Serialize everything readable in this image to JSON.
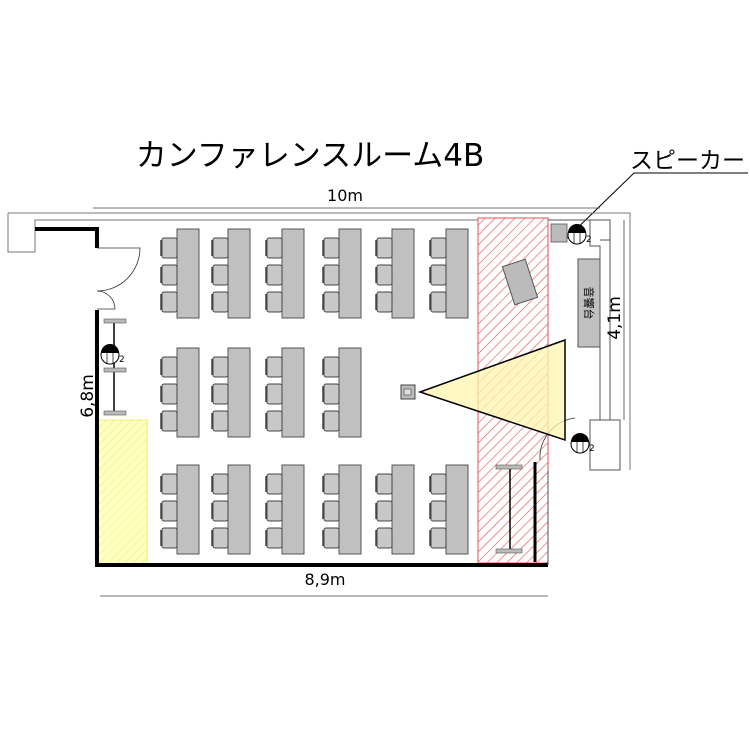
{
  "title": "カンファレンスルーム4B",
  "speaker_label": "スピーカー",
  "dimensions": {
    "top_width": "10m",
    "bottom_width": "8,9m",
    "left_height": "6,8m",
    "right_height": "4,1m"
  },
  "podium_label": "音響台",
  "speaker_count_mark": "2",
  "colors": {
    "table": "#c0c0c0",
    "stage_hatch": "#e05050",
    "yellow_zone": "#ffff99",
    "wall": "#000000"
  }
}
